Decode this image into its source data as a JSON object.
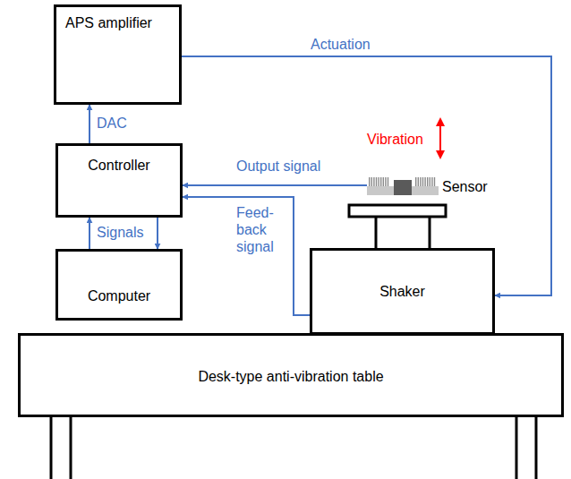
{
  "diagram": {
    "nodes": [
      {
        "text": [
          "APS amplifier"
        ]
      },
      {
        "text": [
          "Controller"
        ]
      },
      {
        "text": [
          "Computer"
        ]
      },
      {
        "text": [
          "Sensor"
        ]
      },
      {
        "text": [
          "Shaker"
        ]
      },
      {
        "text": [
          "Desk-type anti-vibration table"
        ]
      }
    ],
    "edges": [
      {
        "from": 1,
        "to": 0,
        "label": "DAC",
        "arrow": "to"
      },
      {
        "from": 0,
        "to": 4,
        "label": "Actuation",
        "arrow": "to"
      },
      {
        "from": 3,
        "to": 1,
        "label": "Output signal",
        "arrow": "to"
      },
      {
        "from": 4,
        "to": 1,
        "label": "Feed-back signal",
        "arrow": "to"
      },
      {
        "from": 2,
        "to": 1,
        "label": "Signals",
        "arrow": "to"
      },
      {
        "from": 1,
        "to": 2,
        "arrow": "to"
      }
    ],
    "labels": [
      "Vibration"
    ]
  }
}
